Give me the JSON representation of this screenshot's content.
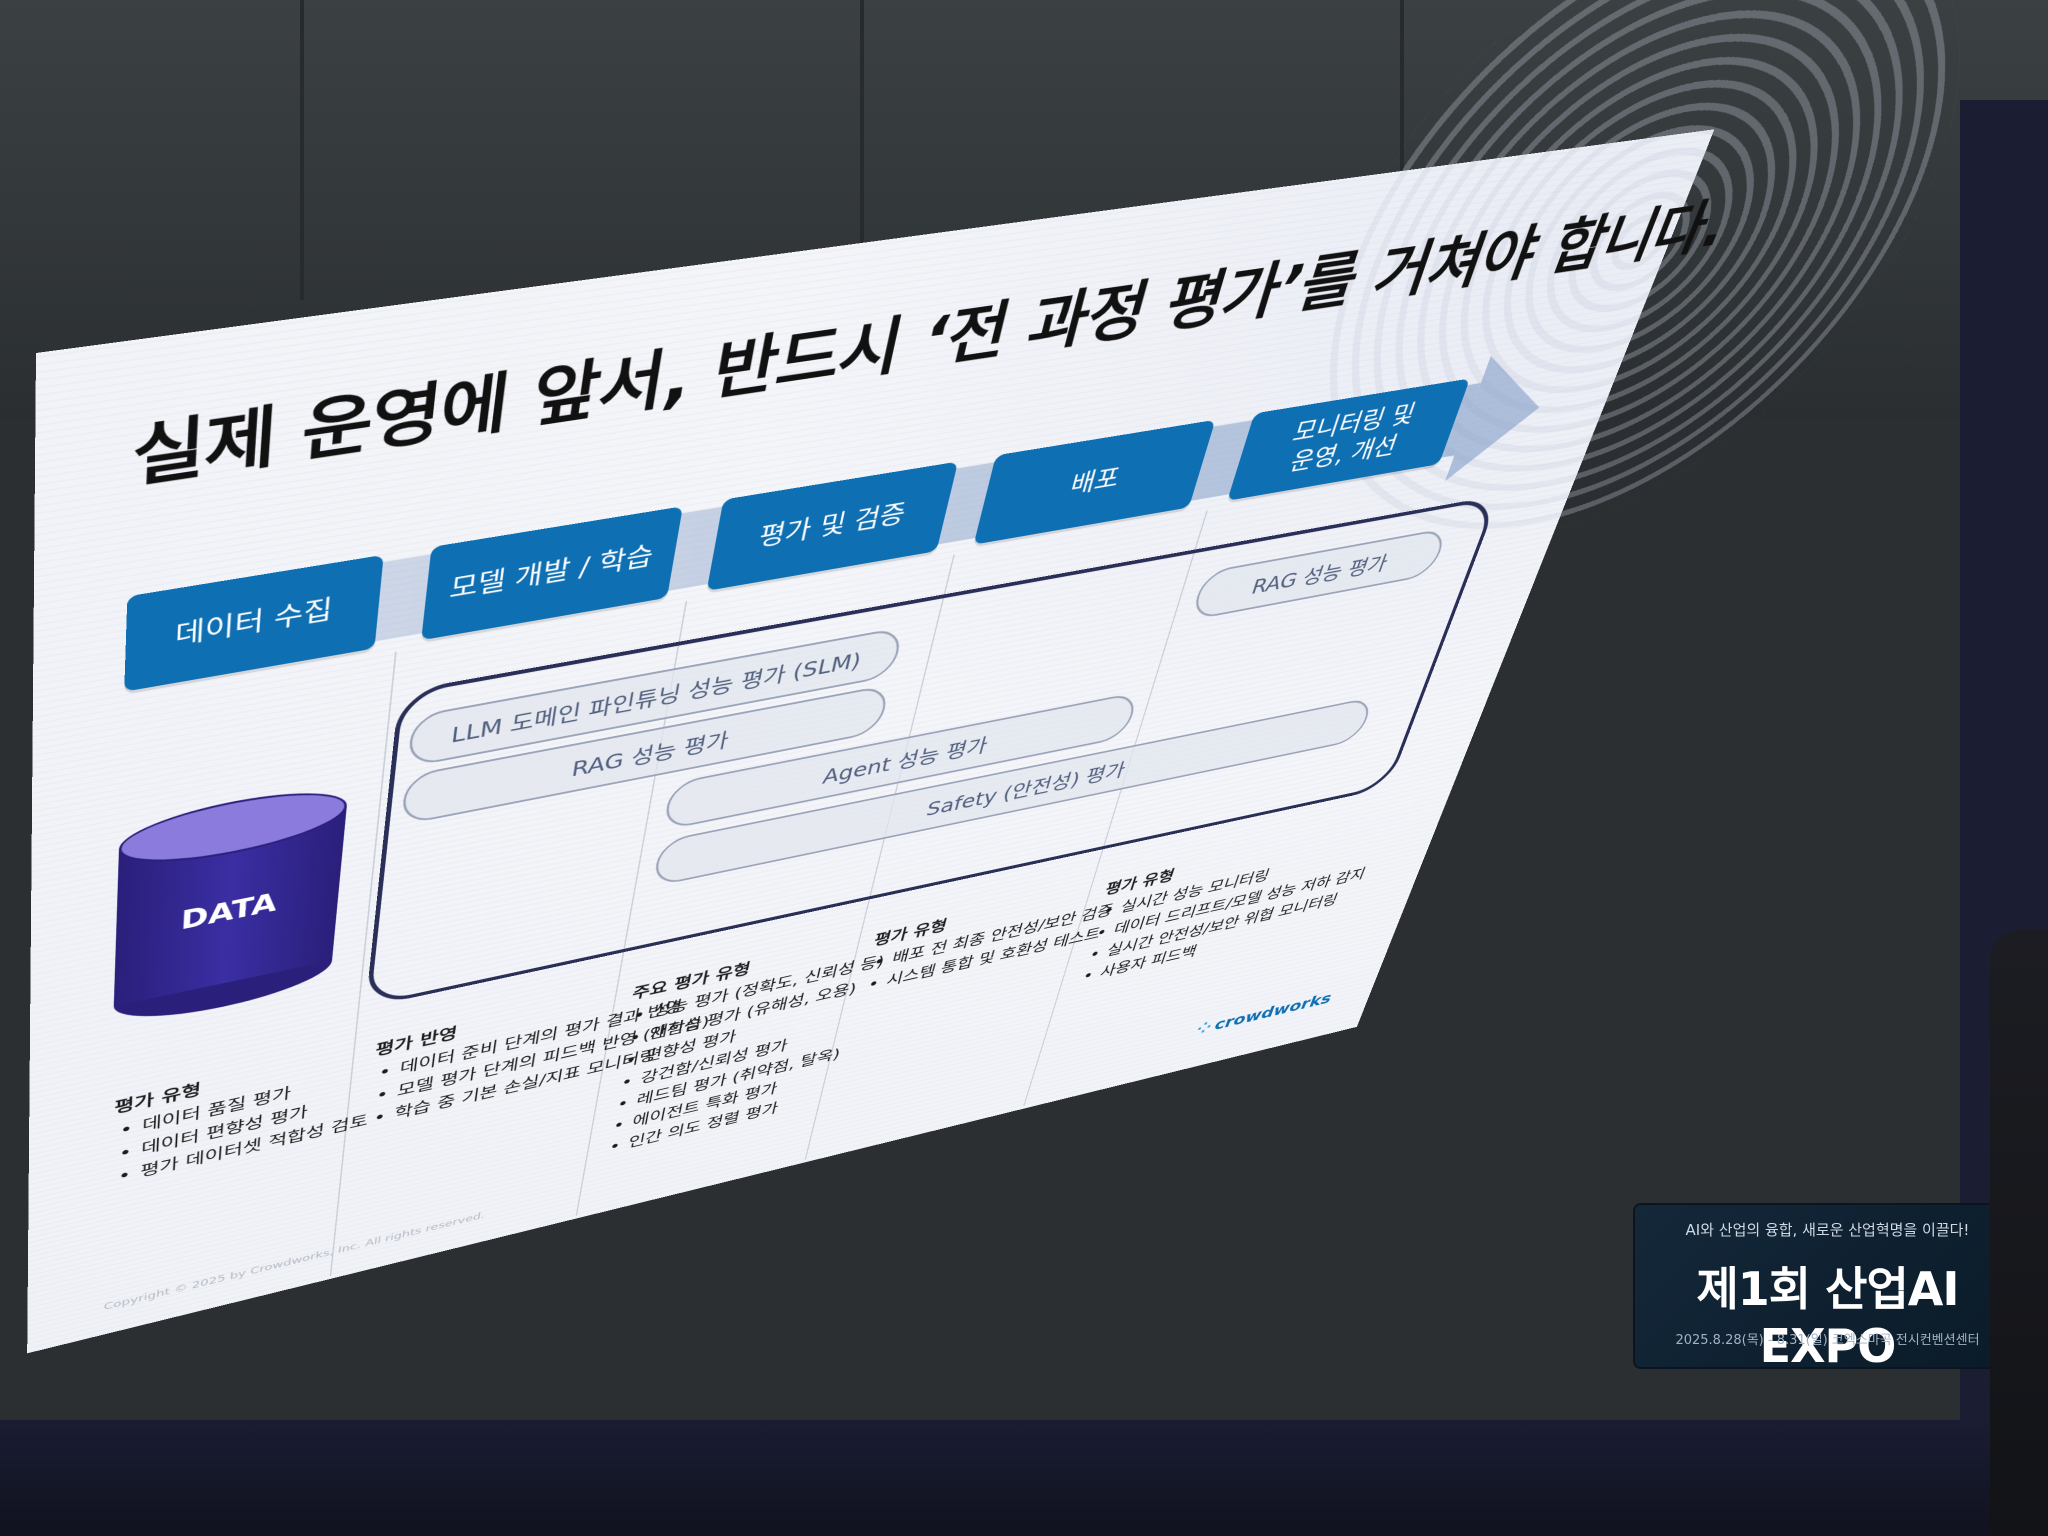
{
  "title": "실제 운영에 앞서, 반드시 ‘전 과정 평가’를 거쳐야 합니다.",
  "stages": [
    {
      "label": "데이터 수집"
    },
    {
      "label": "모델 개발 / 학습"
    },
    {
      "label": "평가 및 검증"
    },
    {
      "label": "배포"
    },
    {
      "label": "모니터링 및\n운영, 개선"
    }
  ],
  "data_store": {
    "label": "DATA"
  },
  "pills": [
    {
      "label": "LLM 도메인 파인튜닝 성능 평가 (SLM)"
    },
    {
      "label": "RAG 성능 평가"
    },
    {
      "label": "Agent 성능 평가"
    },
    {
      "label": "Safety (안전성) 평가"
    },
    {
      "label": "RAG 성능 평가"
    }
  ],
  "sections": [
    {
      "heading": "평가 유형",
      "items": [
        "데이터 품질 평가",
        "데이터 편향성 평가",
        "평가 데이터셋 적합성 검토"
      ]
    },
    {
      "heading": "평가 반영",
      "items": [
        "데이터 준비 단계의 평가 결과 반영",
        "모델 평가 단계의 피드백 반영 (재학습)",
        "학습 중 기본 손실/지표 모니터링"
      ]
    },
    {
      "heading": "주요 평가 유형",
      "items": [
        "성능 평가 (정확도, 신뢰성 등)",
        "안전성 평가 (유해성, 오용)",
        "편향성 평가",
        "강건함/신뢰성 평가",
        "레드팀 평가 (취약점, 탈옥)",
        "에이전트 특화 평가",
        "인간 의도 정렬 평가"
      ]
    },
    {
      "heading": "평가 유형",
      "items": [
        "배포 전 최종 안전성/보안 검증",
        "시스템 통합 및 호환성 테스트"
      ]
    },
    {
      "heading": "평가 유형",
      "items": [
        "실시간 성능 모니터링",
        "데이터 드리프트/모델 성능 저하 감지",
        "실시간 안전성/보안 위협 모니터링",
        "사용자 피드백"
      ]
    }
  ],
  "copyright": "Copyright © 2025 by Crowdworks, Inc. All rights reserved.",
  "logo": {
    "text": "crowdworks"
  },
  "banner": {
    "tagline": "AI와 산업의 융합, 새로운 산업혁명을 이끌다!",
    "name": "제1회 산업AI EXPO",
    "date": "2025.8.28(목) - 8.31(일) 코엑스마곡 전시컨벤션센터"
  },
  "colors": {
    "stage_blue": "#0e6fb3",
    "box_navy": "#2a2f58",
    "cylinder_purple": "#3a2ea3"
  }
}
